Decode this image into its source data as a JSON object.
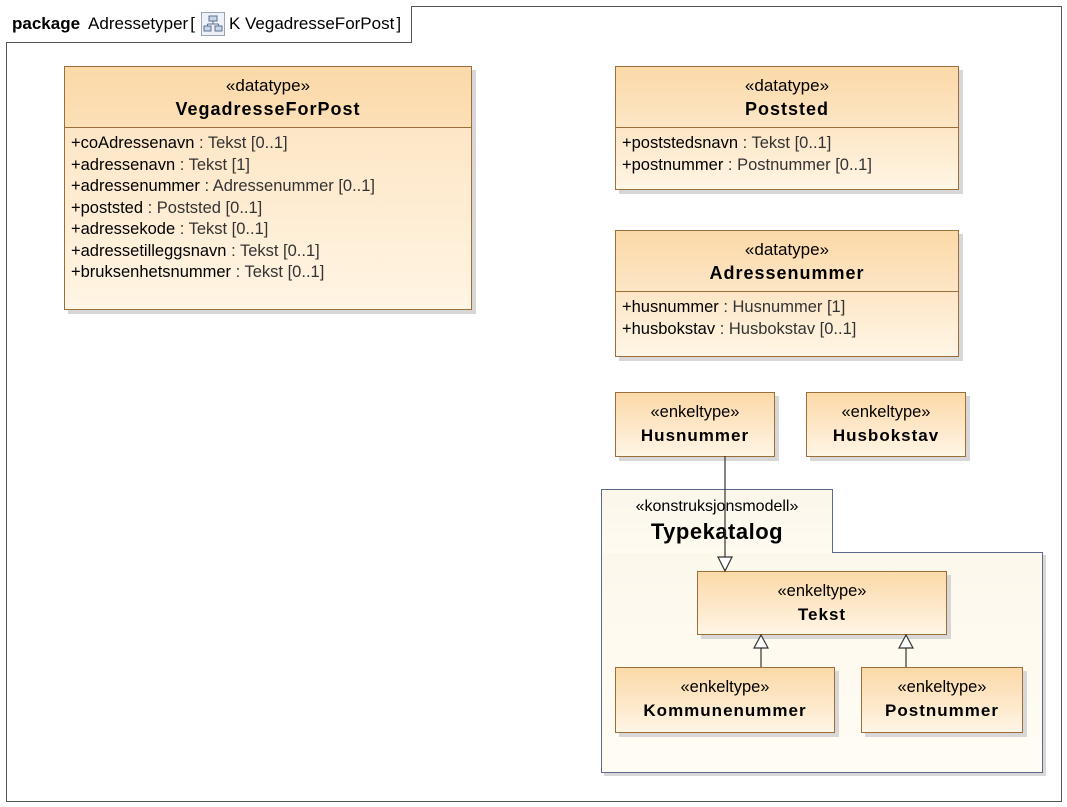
{
  "package": {
    "keyword": "package",
    "name": "Adressetyper",
    "open_bracket": "[",
    "diagram_name": "K VegadresseForPost",
    "close_bracket": "]"
  },
  "classes": {
    "vegadresse": {
      "stereotype": "«datatype»",
      "name": "VegadresseForPost",
      "attributes": [
        {
          "name": "+coAdressenavn",
          "type": " : Tekst [0..1]"
        },
        {
          "name": "+adressenavn",
          "type": " : Tekst [1]"
        },
        {
          "name": "+adressenummer",
          "type": " : Adressenummer [0..1]"
        },
        {
          "name": "+poststed",
          "type": " : Poststed [0..1]"
        },
        {
          "name": "+adressekode",
          "type": " : Tekst [0..1]"
        },
        {
          "name": "+adressetilleggsnavn",
          "type": " : Tekst [0..1]"
        },
        {
          "name": "+bruksenhetsnummer",
          "type": " : Tekst [0..1]"
        }
      ]
    },
    "poststed": {
      "stereotype": "«datatype»",
      "name": "Poststed",
      "attributes": [
        {
          "name": "+poststedsnavn",
          "type": " : Tekst [0..1]"
        },
        {
          "name": "+postnummer",
          "type": " : Postnummer [0..1]"
        }
      ]
    },
    "adressenummer": {
      "stereotype": "«datatype»",
      "name": "Adressenummer",
      "attributes": [
        {
          "name": "+husnummer",
          "type": " : Husnummer [1]"
        },
        {
          "name": "+husbokstav",
          "type": " : Husbokstav [0..1]"
        }
      ]
    },
    "husnummer": {
      "stereotype": "«enkeltype»",
      "name": "Husnummer"
    },
    "husbokstav": {
      "stereotype": "«enkeltype»",
      "name": "Husbokstav"
    },
    "tekst": {
      "stereotype": "«enkeltype»",
      "name": "Tekst"
    },
    "kommunenummer": {
      "stereotype": "«enkeltype»",
      "name": "Kommunenummer"
    },
    "postnummer": {
      "stereotype": "«enkeltype»",
      "name": "Postnummer"
    }
  },
  "typekatalog": {
    "stereotype": "«konstruksjonsmodell»",
    "name": "Typekatalog"
  }
}
